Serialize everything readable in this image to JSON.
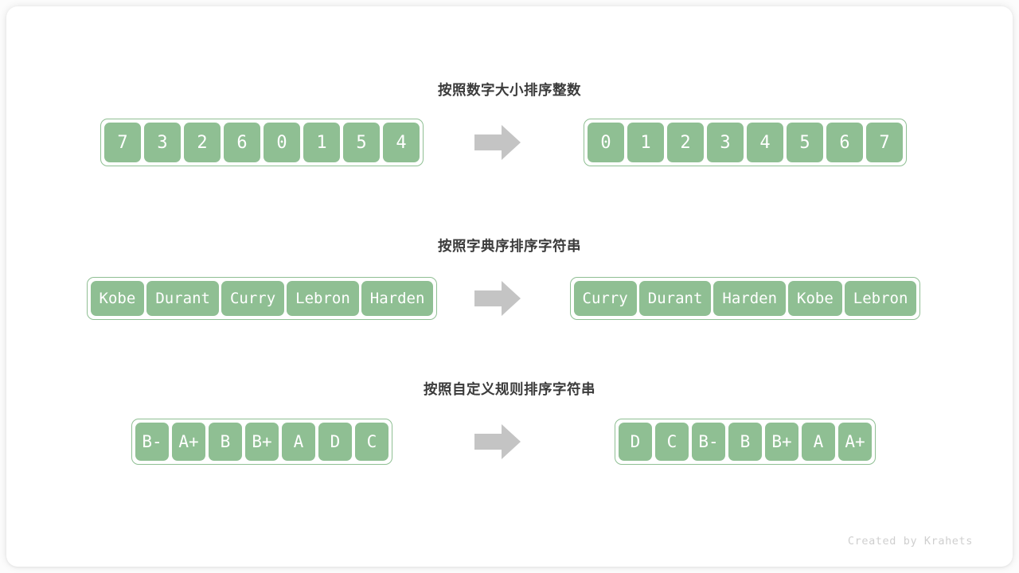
{
  "card": {
    "background": "#ffffff",
    "accent": "#8fbf93",
    "arrow_color": "#c4c4c4",
    "title_color": "#3b3b3b"
  },
  "sections": [
    {
      "title": "按照数字大小排序整数",
      "kind": "integers",
      "input": [
        "7",
        "3",
        "2",
        "6",
        "0",
        "1",
        "5",
        "4"
      ],
      "output": [
        "0",
        "1",
        "2",
        "3",
        "4",
        "5",
        "6",
        "7"
      ],
      "arrow": "right-arrow-icon"
    },
    {
      "title": "按照字典序排序字符串",
      "kind": "strings",
      "input": [
        "Kobe",
        "Durant",
        "Curry",
        "Lebron",
        "Harden"
      ],
      "output": [
        "Curry",
        "Durant",
        "Harden",
        "Kobe",
        "Lebron"
      ],
      "arrow": "right-arrow-icon"
    },
    {
      "title": "按照自定义规则排序字符串",
      "kind": "grades",
      "input": [
        "B-",
        "A+",
        "B",
        "B+",
        "A",
        "D",
        "C"
      ],
      "output": [
        "D",
        "C",
        "B-",
        "B",
        "B+",
        "A",
        "A+"
      ],
      "arrow": "right-arrow-icon"
    }
  ],
  "footer": {
    "credit": "Created by Krahets"
  }
}
